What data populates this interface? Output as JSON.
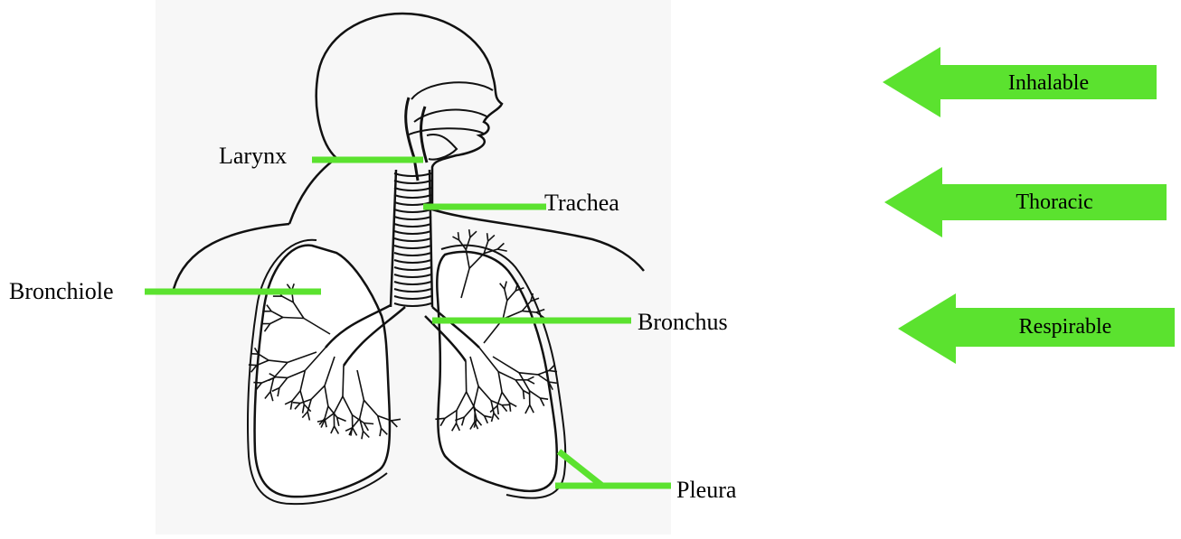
{
  "labels": {
    "larynx": "Larynx",
    "trachea": "Trachea",
    "bronchiole": "Bronchiole",
    "bronchus": "Bronchus",
    "pleura": "Pleura"
  },
  "arrows": [
    {
      "text": "Inhalable"
    },
    {
      "text": "Thoracic"
    },
    {
      "text": "Respirable"
    }
  ],
  "colors": {
    "accent": "#5be22f",
    "line": "#5be22f",
    "ink": "#111111",
    "diagram_bg": "#f7f7f7"
  }
}
